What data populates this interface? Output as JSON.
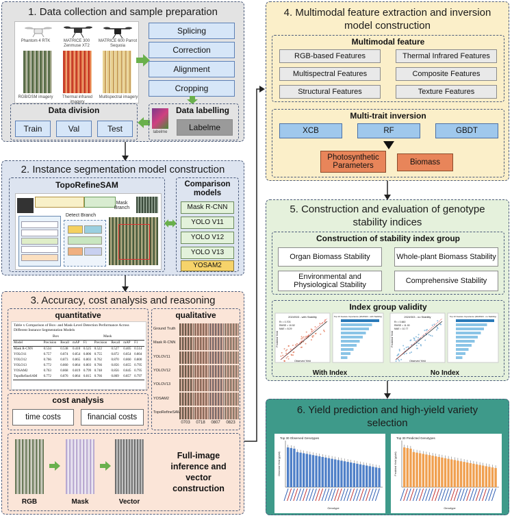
{
  "panel1": {
    "title": "1. Data collection and sample preparation",
    "drones": [
      "Phantom 4 RTK",
      "MATRICE 300 Zenmuse XT2",
      "MATRICE 600 Parrot Sequoia"
    ],
    "imagery": [
      "RGB/DSM imagery",
      "Thermal infrared imagery",
      "Multispectral imagery"
    ],
    "steps": [
      "Splicing",
      "Correction",
      "Alignment",
      "Cropping"
    ],
    "division_title": "Data division",
    "division": [
      "Train",
      "Val",
      "Test"
    ],
    "labelling_title": "Data labelling",
    "labelme": "Labelme",
    "labelme_icon_caption": "labelme"
  },
  "panel2": {
    "title": "2. Instance segmentation model construction",
    "model": "TopoRefineSAM",
    "comparison_title": "Comparison models",
    "models": [
      "Mask R-CNN",
      "YOLO V11",
      "YOLO V12",
      "YOLO V13",
      "YOSAM2"
    ],
    "branch_labels": [
      "Mask Branch",
      "Detect Branch"
    ]
  },
  "panel3": {
    "title": "3. Accuracy, cost analysis and reasoning",
    "quantitative": "quantitative",
    "qualitative": "qualitative",
    "table_caption": "Table x Comparison of Box- and Mask-Level Detection Performance Across Different Instance Segmentation Models",
    "table_groups": [
      "Box",
      "Mask"
    ],
    "table_header": [
      "Model",
      "Precision",
      "Recall",
      "mAP",
      "F1",
      "Precision",
      "Recall",
      "mAP",
      "F1"
    ],
    "table_rows": [
      [
        "Mask R-CNN",
        "0.534",
        "0.538",
        "0.410",
        "0.525",
        "0.522",
        "0.527",
        "0.405",
        "0.514"
      ],
      [
        "YOLO11",
        "0.757",
        "0.874",
        "0.854",
        "0.806",
        "0.755",
        "0.872",
        "0.854",
        "0.804"
      ],
      [
        "YOLO12",
        "0.766",
        "0.873",
        "0.865",
        "0.803",
        "0.762",
        "0.870",
        "0.860",
        "0.800"
      ],
      [
        "YOLO13",
        "0.772",
        "0.860",
        "0.864",
        "0.803",
        "0.766",
        "0.856",
        "0.855",
        "0.795"
      ],
      [
        "YOSAM2",
        "0.763",
        "0.868",
        "0.819",
        "0.799",
        "0.748",
        "0.856",
        "0.845",
        "0.795"
      ],
      [
        "TopoRefineSAM",
        "0.772",
        "0.876",
        "0.864",
        "0.815",
        "0.766",
        "0.869",
        "0.857",
        "0.797"
      ]
    ],
    "qual_rows": [
      "Ground Truth",
      "Mask R-CNN",
      "YOLOV11",
      "YOLOV12",
      "YOLOV13",
      "YOSAM2",
      "TopoRefineSAM"
    ],
    "qual_dates": [
      "0703",
      "0718",
      "0807",
      "0823"
    ],
    "cost_title": "cost analysis",
    "costs": [
      "time costs",
      "financial costs"
    ],
    "inference_labels": [
      "RGB",
      "Mask",
      "Vector"
    ],
    "inference_title": "Full-image inference and vector construction"
  },
  "panel4": {
    "title": "4. Multimodal feature extraction and inversion model construction",
    "features_title": "Multimodal feature",
    "features": [
      "RGB-based Features",
      "Thermal Infrared Features",
      "Multispectral Features",
      "Composite Features",
      "Structural Features",
      "Texture Features"
    ],
    "inversion_title": "Multi-trait inversion",
    "models": [
      "XCB",
      "RF",
      "GBDT"
    ],
    "outputs": [
      "Photosynthetic Parameters",
      "Biomass"
    ]
  },
  "panel5": {
    "title": "5. Construction and evaluation of genotype stability indices",
    "group_title": "Construction of stability index group",
    "indices": [
      "Organ Biomass Stability",
      "Whole-plant Biomass Stability",
      "Environmental and Physiological Stability",
      "Comprehensive Stability"
    ],
    "validity_title": "Index group validity",
    "chart_labels": [
      "With Index",
      "No Index"
    ],
    "mini_titles": [
      "2024S03 - with Stability",
      "Top 10 Feature Importance (2024S03 - with Stability)",
      "2024S03 - no Stability",
      "Top 10 Feature Importance (2024S03 - no Stability)"
    ],
    "scatter_stats": [
      "R² = 0.703",
      "RMSE = 10.52",
      "MAE = 8.29",
      "R² = 0.660",
      "RMSE = 11.00",
      "MAE = 10.77"
    ],
    "axis_labels": [
      "Observed Yield",
      "Predicted Yield"
    ]
  },
  "panel6": {
    "title": "6. Yield prediction and high-yield variety selection",
    "chart_titles": [
      "Top 30 Observed Genotypes",
      "Top 30 Predicted Genotypes"
    ],
    "xlabel": "Genotype",
    "ylabels": [
      "Observed Yield (g/plot)",
      "Predicted Yield (g/plot)"
    ]
  },
  "colors": {
    "panel1_bg": "#e3e3e3",
    "panel2_bg": "#dde4f0",
    "panel3_bg": "#fbe5d8",
    "panel4_bg": "#fbefc9",
    "panel5_bg": "#e5f1dc",
    "panel6_bg": "#3e9a8a",
    "arrow_green": "#6ab04c",
    "bar_blue": "#4f80c8",
    "bar_orange": "#f0a050"
  }
}
